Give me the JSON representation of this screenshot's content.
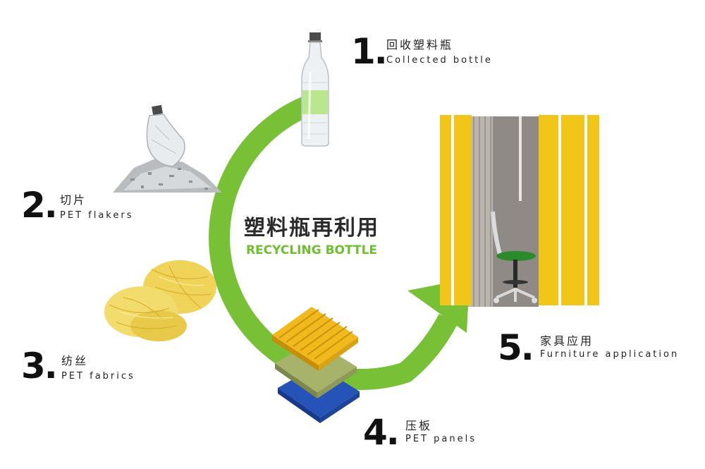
{
  "title": {
    "cn": "塑料瓶再利用",
    "en": "RECYCLING BOTTLE"
  },
  "colors": {
    "arrow": "#78c137",
    "title_en": "#6cc02e",
    "fiber": "#f0d45a",
    "panel_yellow": "#f1b91c",
    "panel_green": "#a7b36b",
    "panel_blue": "#2553b8",
    "booth_yellow": "#f2c519"
  },
  "steps": [
    {
      "number": "1.",
      "cn": "回收塑料瓶",
      "en": "Collected bottle",
      "icon": "plastic-bottle-icon"
    },
    {
      "number": "2.",
      "cn": "切片",
      "en": "PET flakers",
      "icon": "crushed-bottle-flakes-icon"
    },
    {
      "number": "3.",
      "cn": "纺丝",
      "en": "PET fabrics",
      "icon": "yellow-fiber-icon"
    },
    {
      "number": "4.",
      "cn": "压板",
      "en": "PET panels",
      "icon": "stacked-panels-icon"
    },
    {
      "number": "5.",
      "cn": "家具应用",
      "en": "Furniture application",
      "icon": "office-booth-icon"
    }
  ]
}
